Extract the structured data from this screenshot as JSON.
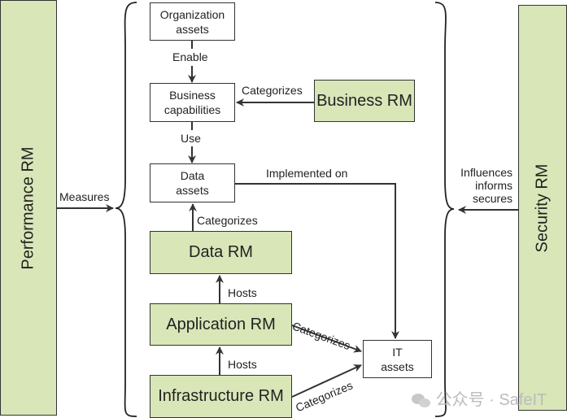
{
  "diagram": {
    "side_boxes": {
      "performance_rm": "Performance RM",
      "security_rm": "Security RM"
    },
    "nodes": {
      "organization_assets": [
        "Organization",
        "assets"
      ],
      "business_capabilities": [
        "Business",
        "capabilities"
      ],
      "data_assets": [
        "Data",
        "assets"
      ],
      "it_assets": [
        "IT",
        "assets"
      ],
      "business_rm": "Business RM",
      "data_rm": "Data RM",
      "application_rm": "Application RM",
      "infrastructure_rm": "Infrastructure RM"
    },
    "edges": {
      "enable": "Enable",
      "use": "Use",
      "business_categorizes": "Categorizes",
      "implemented_on": "Implemented on",
      "data_rm_categorizes": "Categorizes",
      "app_hosts": "Hosts",
      "infra_hosts": "Hosts",
      "app_categorizes_it": "Categorizes",
      "infra_categorizes_it": "Categorizes",
      "measures": "Measures",
      "security_influences": [
        "Influences",
        "informs",
        "secures"
      ]
    },
    "colors": {
      "green_fill": "#d9e6b8",
      "line": "#333333"
    }
  },
  "watermark": {
    "icon": "wechat-icon",
    "text": "公众号 · SafeIT"
  }
}
